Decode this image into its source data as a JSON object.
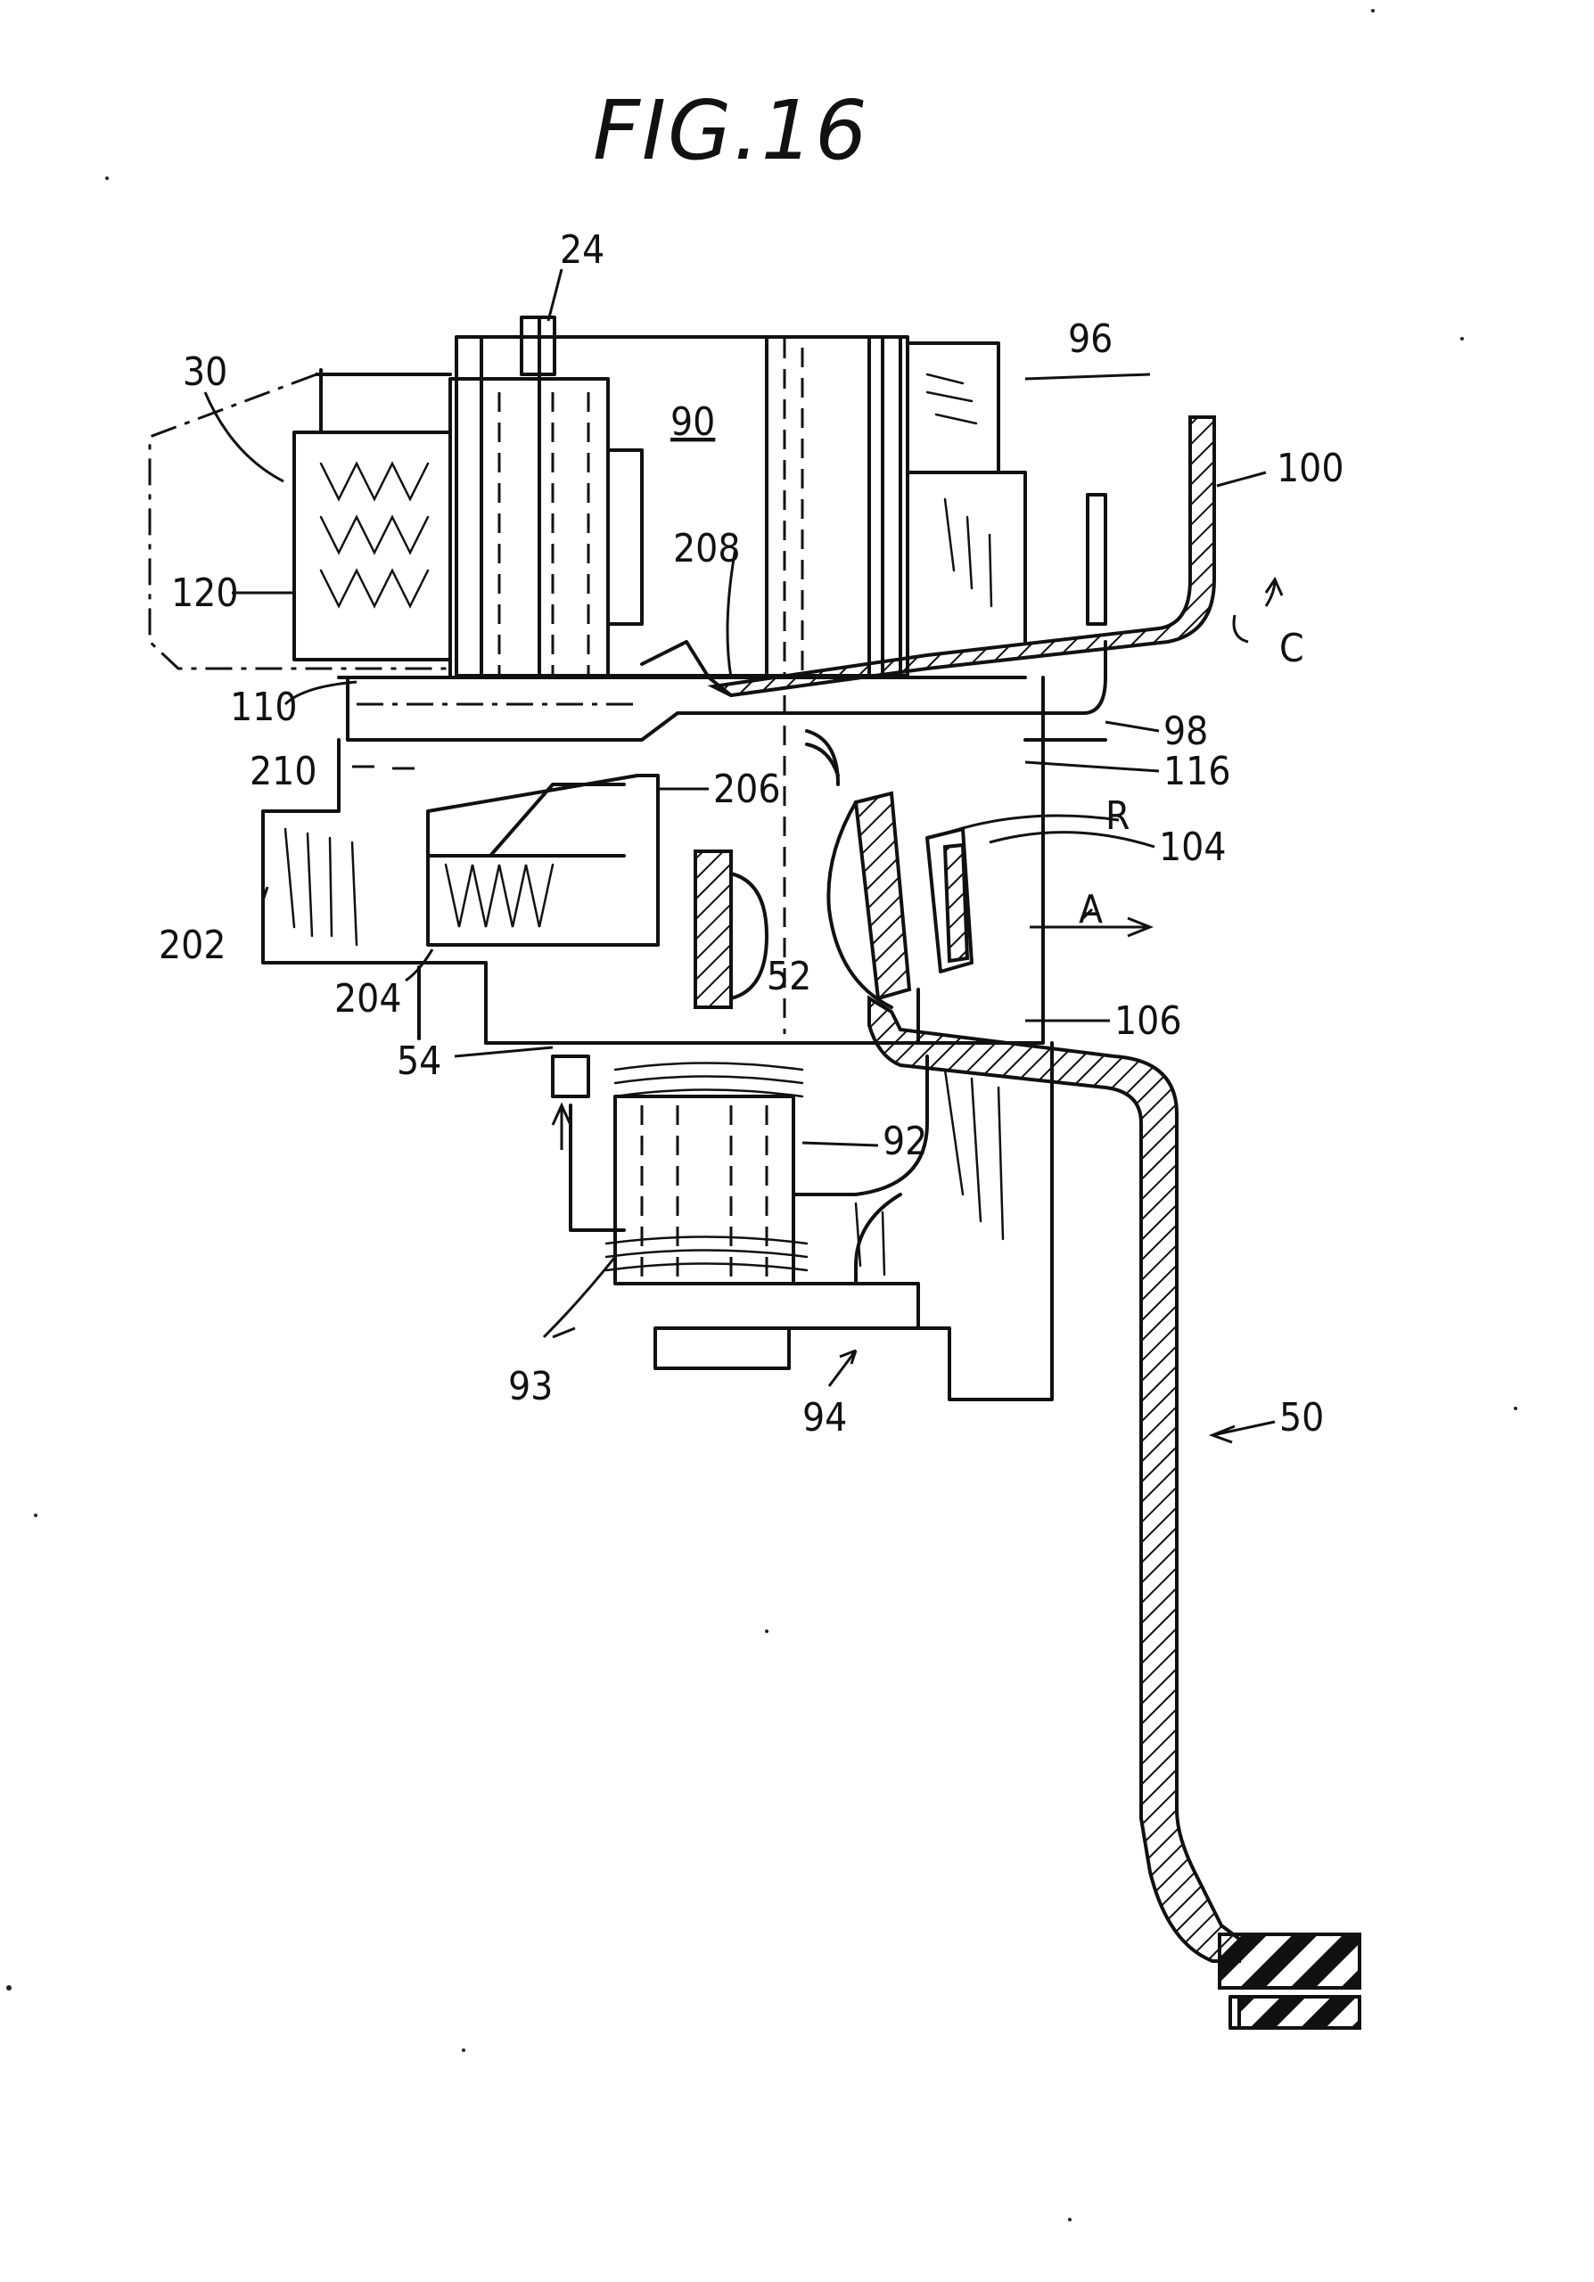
{
  "figure": {
    "title": "FIG.16"
  },
  "labels": {
    "l24": "24",
    "l30": "30",
    "l90": "90",
    "l96": "96",
    "l100": "100",
    "l120": "120",
    "l208": "208",
    "lC": "C",
    "l110": "110",
    "l98": "98",
    "l116": "116",
    "l210": "210",
    "l206": "206",
    "lR": "R",
    "l104": "104",
    "l202": "202",
    "lA": "A",
    "l52": "52",
    "l204": "204",
    "l106": "106",
    "l54": "54",
    "l92": "92",
    "l93": "93",
    "l94": "94",
    "l50": "50"
  }
}
